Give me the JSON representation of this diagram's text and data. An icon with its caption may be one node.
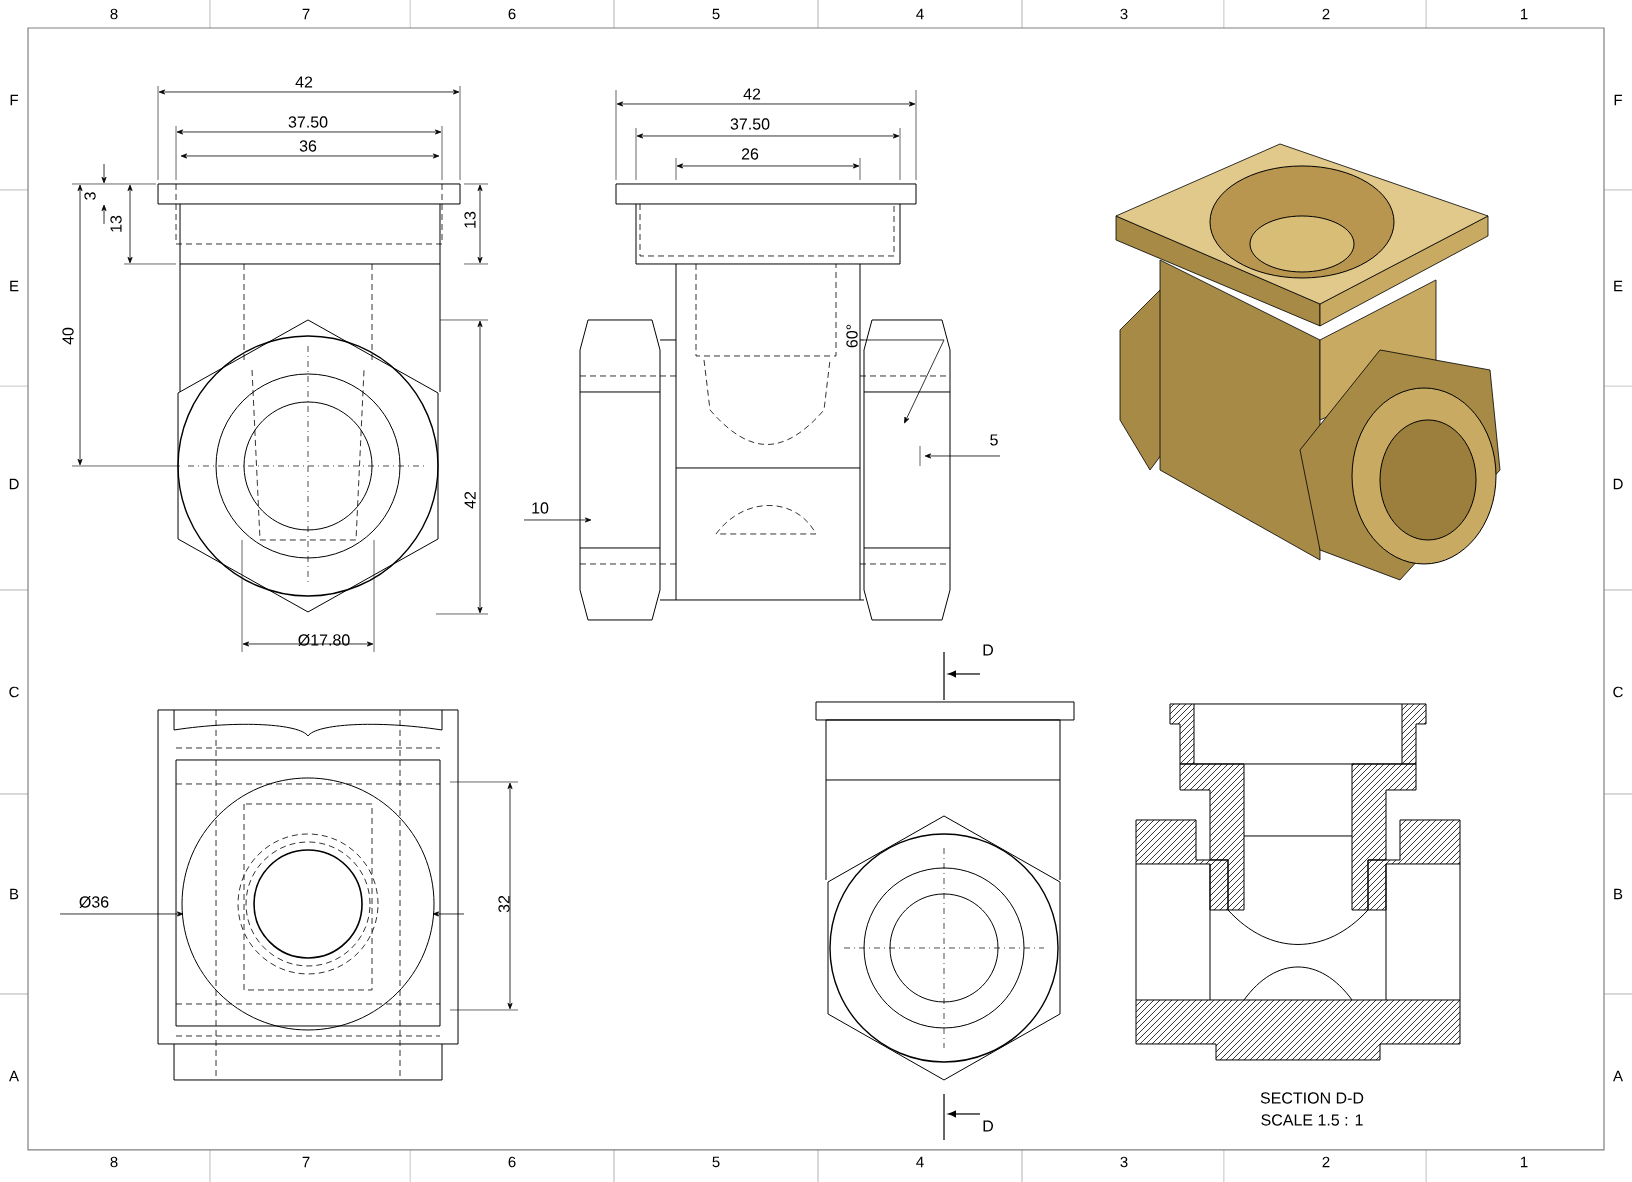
{
  "diagram": {
    "labels": [
      "8",
      "7",
      "6",
      "5",
      "4",
      "3",
      "2",
      "1",
      "F",
      "E",
      "D",
      "C",
      "B",
      "A",
      "F",
      "E",
      "D",
      "C",
      "B",
      "A",
      "8",
      "7",
      "6",
      "5",
      "4",
      "3",
      "2",
      "1",
      "42",
      "37.50",
      "36",
      "3",
      "13",
      "13",
      "40",
      "42",
      "Ø17.80",
      "42",
      "37.50",
      "26",
      "60°",
      "5",
      "10",
      "D",
      "Ø36",
      "32",
      "D",
      "SECTION D-D",
      "SCALE 1.5 : 1"
    ]
  }
}
